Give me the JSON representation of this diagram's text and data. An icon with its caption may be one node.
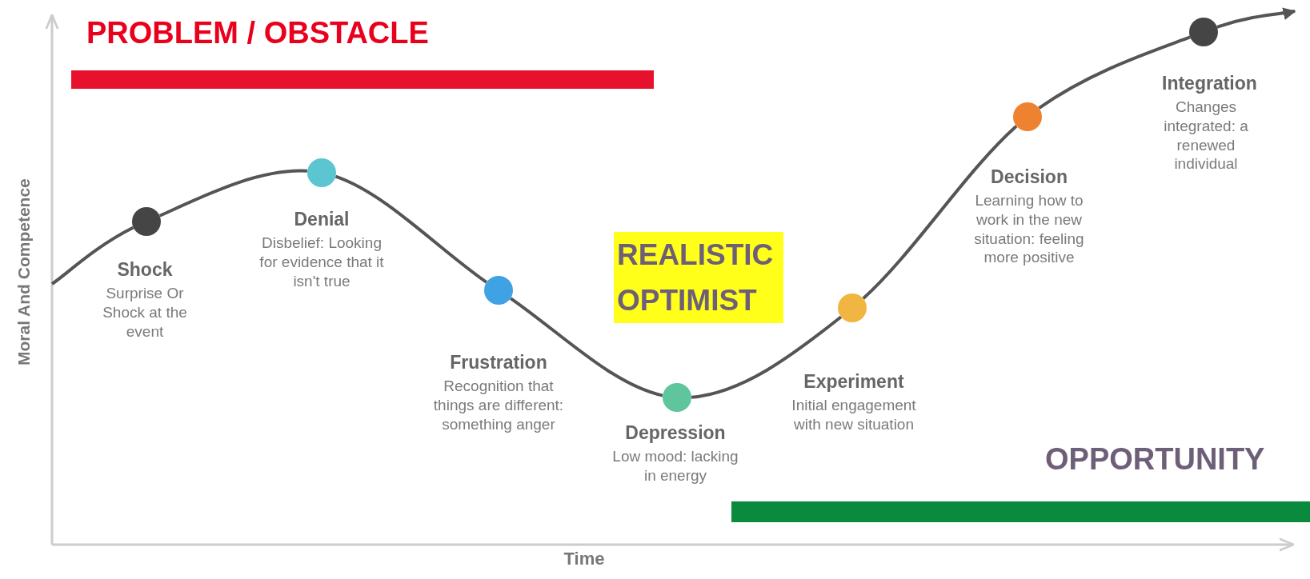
{
  "diagram": {
    "nodes": [
      {
        "text": [],
        "shape": "circle",
        "beside": [
          "Shock",
          "Surprise Or Shock at the event"
        ]
      },
      {
        "text": [],
        "shape": "circle",
        "beside": [
          "Denial",
          "Disbelief: Looking for evidence that it isn't true"
        ]
      },
      {
        "text": [],
        "shape": "circle",
        "beside": [
          "Frustration",
          "Recognition that things are different: something anger"
        ]
      },
      {
        "text": [],
        "shape": "circle",
        "beside": [
          "Depression",
          "Low mood: lacking in energy"
        ]
      },
      {
        "text": [],
        "shape": "circle",
        "beside": [
          "Experiment",
          "Initial engagement with new situation"
        ]
      },
      {
        "text": [],
        "shape": "circle",
        "beside": [
          "Decision",
          "Learning how to work in the new situation: feeling more positive"
        ]
      },
      {
        "text": [],
        "shape": "circle",
        "beside": [
          "Integration",
          "Changes integrated: a renewed individual"
        ]
      },
      {
        "text": [
          "PROBLEM / OBSTACLE"
        ]
      },
      {
        "text": [
          "OPPORTUNITY"
        ]
      }
    ],
    "edges": [
      {
        "from": null,
        "to": 0,
        "arrow": "none"
      },
      {
        "from": 0,
        "to": 1,
        "arrow": "none"
      },
      {
        "from": 1,
        "to": 2,
        "arrow": "none"
      },
      {
        "from": 2,
        "to": 3,
        "arrow": "none"
      },
      {
        "from": 3,
        "to": 4,
        "arrow": "none"
      },
      {
        "from": 4,
        "to": 5,
        "arrow": "none"
      },
      {
        "from": 5,
        "to": 6,
        "arrow": "none"
      },
      {
        "from": 6,
        "to": null,
        "arrow": "to"
      }
    ],
    "labels": [
      "REALISTIC OPTIMIST",
      "Moral And Competence",
      "Time"
    ]
  }
}
